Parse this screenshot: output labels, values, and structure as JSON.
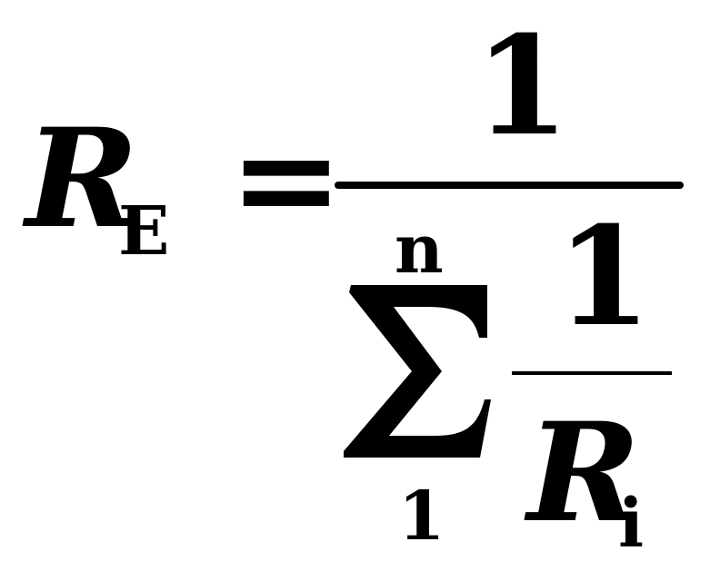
{
  "equation": {
    "lhs": {
      "symbol": "R",
      "subscript": "E"
    },
    "operator": "=",
    "numerator": "1",
    "summation": {
      "symbol": "sigma-icon",
      "upper_limit": "n",
      "lower_limit": "1"
    },
    "term": {
      "numerator": "1",
      "denominator_symbol": "R",
      "denominator_subscript": "i"
    }
  }
}
